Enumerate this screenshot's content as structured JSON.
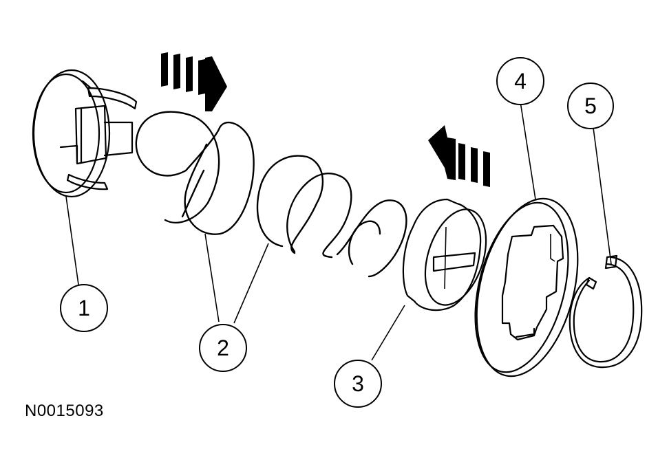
{
  "callouts": [
    "1",
    "2",
    "3",
    "4",
    "5"
  ],
  "figure_id": "N0015093"
}
